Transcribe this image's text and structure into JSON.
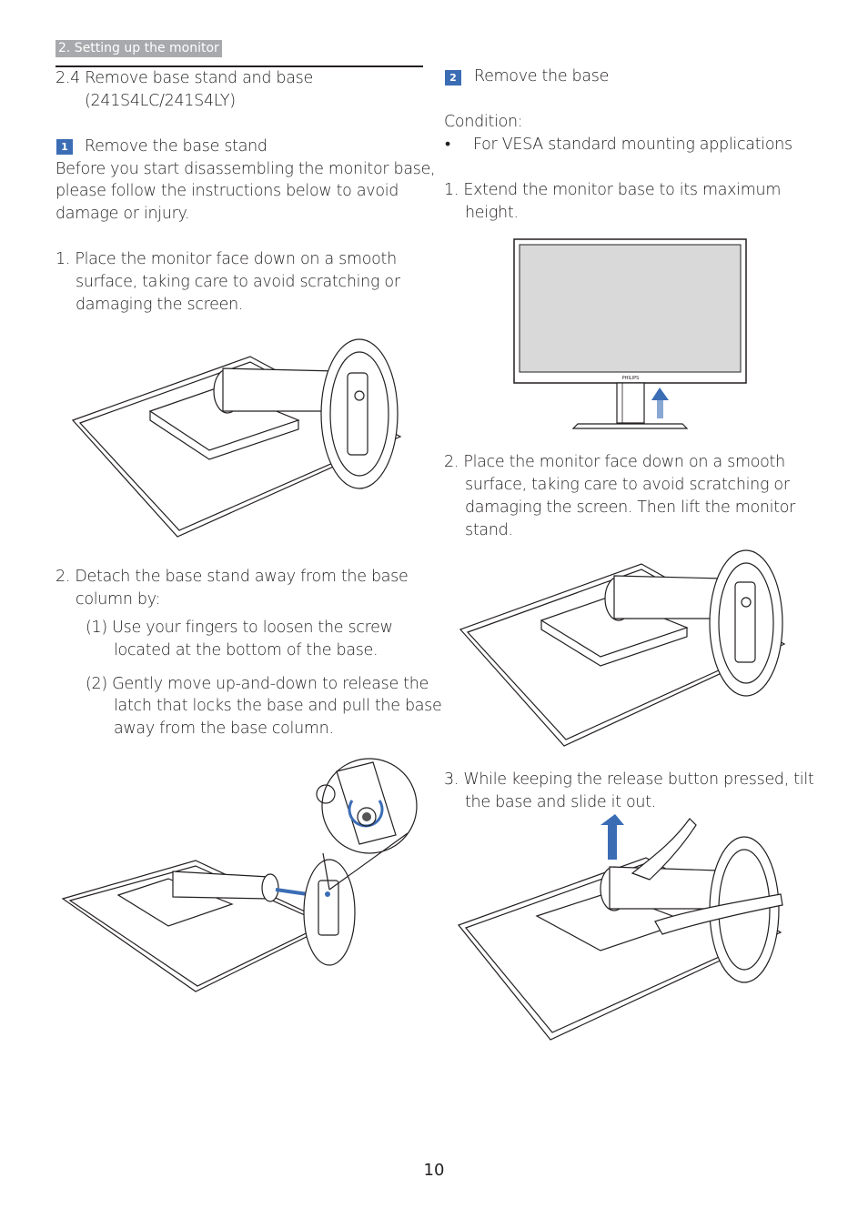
{
  "header": {
    "chapter": "2. Setting up the monitor",
    "section_title_1": "2.4 Remove base stand and base",
    "section_title_2": "(241S4LC/241S4LY)"
  },
  "left": {
    "step1": {
      "badge": "1",
      "heading": "Remove the base stand",
      "intro": [
        "Before you start disassembling the monitor base,",
        "please follow the instructions below to avoid",
        "damage or injury."
      ],
      "item1": [
        "1.  Place the monitor face down on a smooth",
        "surface, taking care to avoid scratching or",
        "damaging the screen."
      ],
      "item2": [
        "2.  Detach the base stand away from the base",
        "column by:"
      ],
      "sub1": [
        "(1) Use your fingers to loosen the screw",
        "located at the bottom of the base."
      ],
      "sub2": [
        "(2) Gently move up-and-down to release the",
        "latch that locks the base and pull the base",
        "away from the base column."
      ]
    }
  },
  "right": {
    "step2": {
      "badge": "2",
      "heading": "Remove the base",
      "condition_label": "Condition:",
      "bullet": "For VESA standard mounting applications",
      "item1": [
        "1.  Extend the monitor base to its maximum",
        "height."
      ],
      "monitor_brand": "PHILIPS",
      "item2": [
        "2.  Place the monitor face down on a smooth",
        "surface, taking care to avoid scratching or",
        "damaging the screen. Then lift the monitor",
        "stand."
      ],
      "item3": [
        "3.  While keeping the release button pressed, tilt",
        "the base and slide it out."
      ]
    }
  },
  "footer": {
    "page_number": "10"
  },
  "colors": {
    "accent": "#3b6db5",
    "tag_bg": "#a7a9ac",
    "text": "#231f20"
  }
}
